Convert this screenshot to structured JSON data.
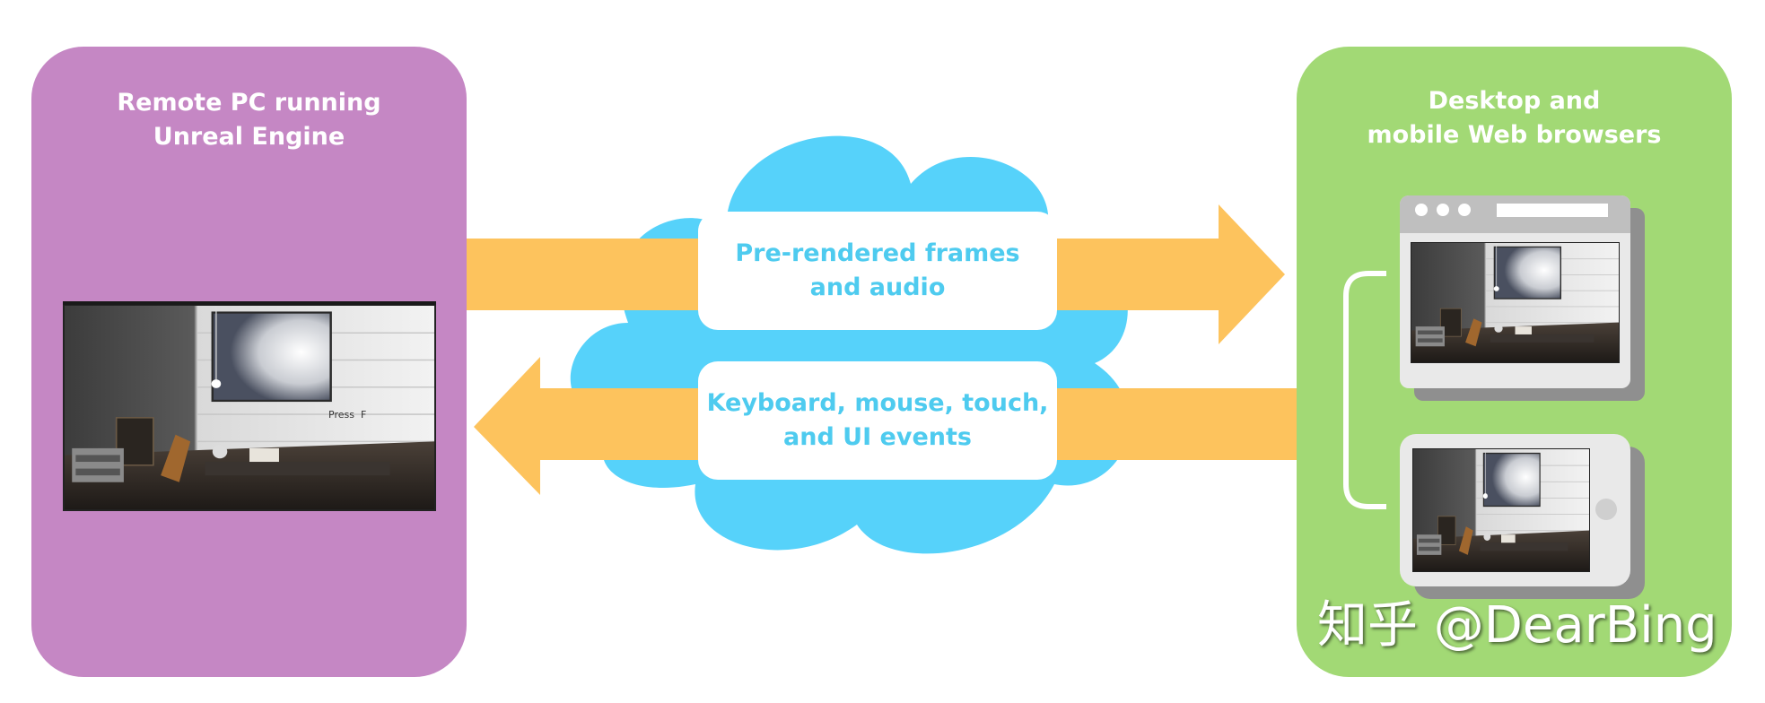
{
  "remote_box": {
    "title_line1": "Remote PC running",
    "title_line2": "Unreal Engine",
    "color": "#c587c4"
  },
  "browser_box": {
    "title_line1": "Desktop and",
    "title_line2": "mobile Web browsers",
    "color": "#a2d975"
  },
  "cloud": {
    "color": "#56d2fa"
  },
  "arrows": {
    "color": "#fdc35d",
    "forward": {
      "line1": "Pre-rendered frames",
      "line2": "and audio"
    },
    "backward": {
      "line1": "Keyboard, mouse, touch,",
      "line2": "and UI events"
    }
  },
  "scene": {
    "overlay_text": "Press  F"
  },
  "watermark": "知乎 @DearBing"
}
